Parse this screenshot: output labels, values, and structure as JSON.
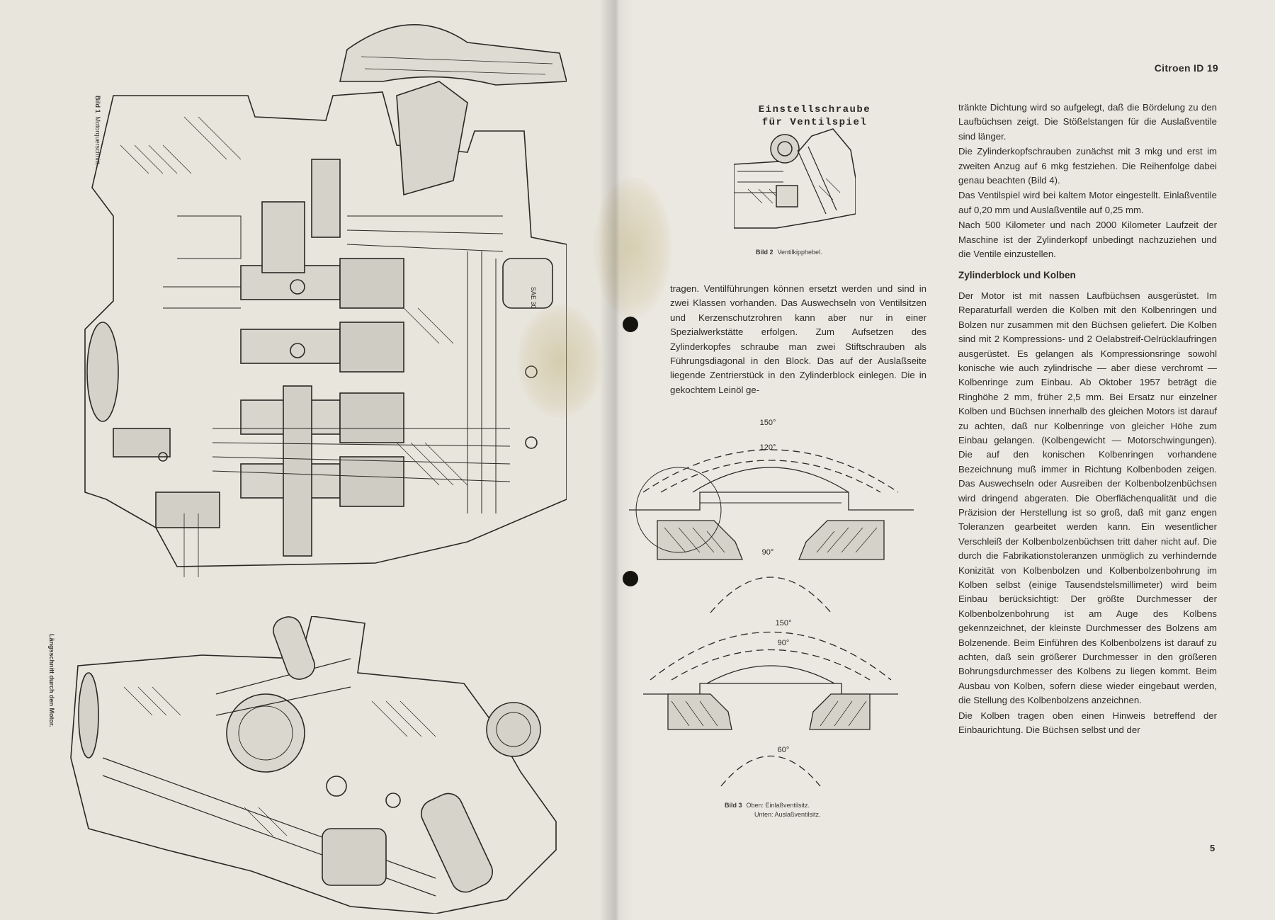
{
  "header": {
    "title": "Citroen ID 19"
  },
  "left_page": {
    "figure1": {
      "label": "Bild 1",
      "caption": "Motorquerschnitt."
    },
    "figure1b": {
      "caption": "Längsschnitt durch den Motor."
    },
    "drawing_labels": {
      "filler_cap": "SAE 30"
    }
  },
  "right_page": {
    "figure2": {
      "title_line1": "Einstellschraube",
      "title_line2": "für Ventilspiel",
      "label": "Bild 2",
      "caption": "Ventilkipphebel."
    },
    "figure3": {
      "label": "Bild 3",
      "caption_line1": "Oben: Einlaßventilsitz.",
      "caption_line2": "Unten: Auslaßventilsitz.",
      "top_angles": [
        "150°",
        "120°",
        "90°"
      ],
      "bottom_angles": [
        "150°",
        "90°",
        "60°"
      ]
    },
    "col1_text": "tragen. Ventilführungen können ersetzt werden und sind in zwei Klassen vorhanden. Das Auswechseln von Ventilsitzen und Kerzenschutzrohren kann aber nur in einer Spezialwerkstätte erfolgen. Zum Aufsetzen des Zylinderkopfes schraube man zwei Stiftschrauben als Führungsdiagonal in den Block. Das auf der Auslaßseite liegende Zentrierstück in den Zylinderblock einlegen. Die in gekochtem Leinöl ge-",
    "col2_paragraphs": [
      "tränkte Dichtung wird so aufgelegt, daß die Bördelung zu den Laufbüchsen zeigt. Die Stößelstangen für die Auslaßventile sind länger.",
      "Die Zylinderkopfschrauben zunächst mit 3 mkg und erst im zweiten Anzug auf 6 mkg festziehen. Die Reihenfolge dabei genau beachten (Bild 4).",
      "Das Ventilspiel wird bei kaltem Motor eingestellt. Einlaßventile auf 0,20 mm und Auslaßventile auf 0,25 mm.",
      "Nach 500 Kilometer und nach 2000 Kilometer Laufzeit der Maschine ist der Zylinderkopf unbedingt nachzuziehen und die Ventile einzustellen."
    ],
    "col2_heading": "Zylinderblock und Kolben",
    "col2_paragraphs_b": [
      "Der Motor ist mit nassen Laufbüchsen ausgerüstet. Im Reparaturfall werden die Kolben mit den Kolbenringen und Bolzen nur zusammen mit den Büchsen geliefert. Die Kolben sind mit 2 Kompressions- und 2 Oelabstreif-Oelrücklaufringen ausgerüstet. Es gelangen als Kompressionsringe sowohl konische wie auch zylindrische — aber diese verchromt — Kolbenringe zum Einbau. Ab Oktober 1957 beträgt die Ringhöhe 2 mm, früher 2,5 mm. Bei Ersatz nur einzelner Kolben und Büchsen innerhalb des gleichen Motors ist darauf zu achten, daß nur Kolbenringe von gleicher Höhe zum Einbau gelangen. (Kolbengewicht — Motorschwingungen). Die auf den konischen Kolbenringen vorhandene Bezeichnung muß immer in Richtung Kolbenboden zeigen. Das Auswechseln oder Ausreiben der Kolbenbolzenbüchsen wird dringend abgeraten. Die Oberflächenqualität und die Präzision der Herstellung ist so groß, daß mit ganz engen Toleranzen gearbeitet werden kann. Ein wesentlicher Verschleiß der Kolbenbolzenbüchsen tritt daher nicht auf. Die durch die Fabrikationstoleranzen unmöglich zu verhindernde Konizität von Kolbenbolzen und Kolbenbolzenbohrung im Kolben selbst (einige Tausendstelsmillimeter) wird beim Einbau berücksichtigt: Der größte Durchmesser der Kolbenbolzenbohrung ist am Auge des Kolbens gekennzeichnet, der kleinste Durchmesser des Bolzens am Bolzenende. Beim Einführen des Kolbenbolzens ist darauf zu achten, daß sein größerer Durchmesser in den größeren Bohrungsdurchmesser des Kolbens zu liegen kommt. Beim Ausbau von Kolben, sofern diese wieder eingebaut werden, die Stellung des Kolbenbolzens anzeichnen.",
      "Die Kolben tragen oben einen Hinweis betreffend der Einbaurichtung. Die Büchsen selbst und der"
    ],
    "page_number": "5"
  }
}
